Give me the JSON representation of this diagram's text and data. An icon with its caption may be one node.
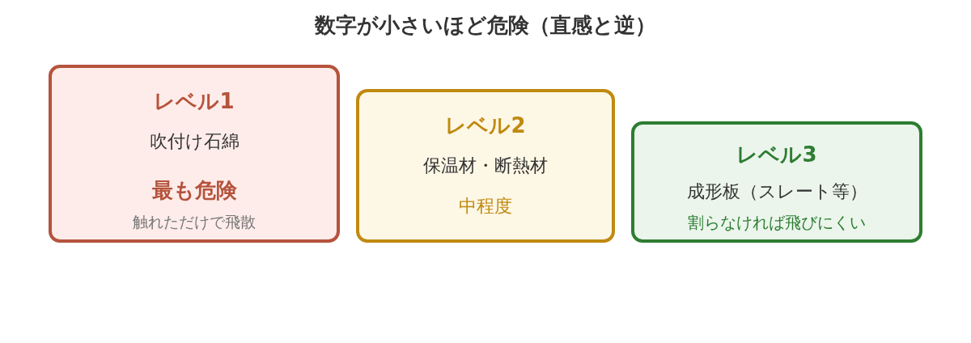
{
  "diagram": {
    "title": "数字が小さいほど危険（直感と逆）",
    "nodes": [
      {
        "text": [
          "レベル1",
          "吹付け石綿",
          "最も危険",
          "触れただけで飛散"
        ]
      },
      {
        "text": [
          "レベル2",
          "保温材・断熱材",
          "中程度"
        ]
      },
      {
        "text": [
          "レベル3",
          "成形板（スレート等）",
          "割らなければ飛びにくい"
        ]
      }
    ]
  }
}
